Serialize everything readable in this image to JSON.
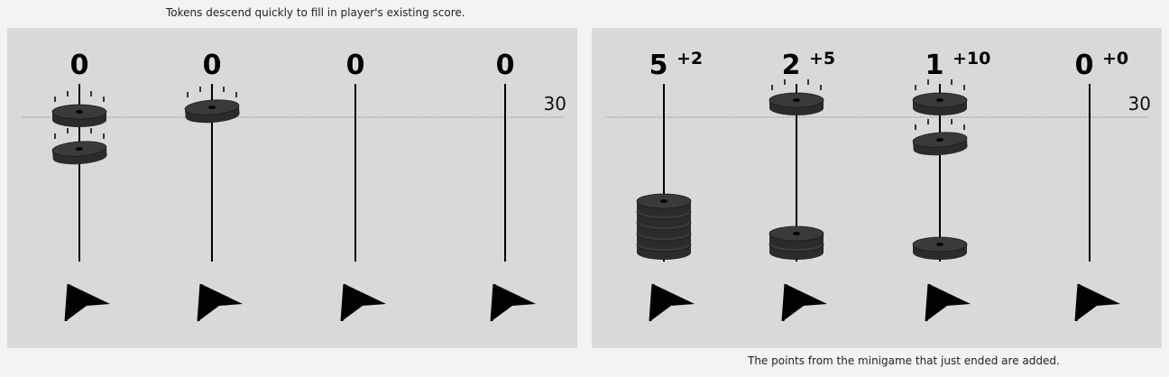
{
  "captions": {
    "top": "Tokens descend quickly to fill in player's existing score.",
    "bottom": "The points from the minigame that just ended are added."
  },
  "colors": {
    "background": "#f3f3f3",
    "panel": "#d9d9d9",
    "token": "#2b2b2b",
    "ink": "#000000"
  },
  "icons": [
    "flag-icon",
    "token-icon"
  ],
  "panels": [
    {
      "id": "left",
      "threshold_label": "30",
      "columns": [
        {
          "score": "0",
          "added": "",
          "stacked_tokens": 0,
          "falling_tokens": 2
        },
        {
          "score": "0",
          "added": "",
          "stacked_tokens": 0,
          "falling_tokens": 1
        },
        {
          "score": "0",
          "added": "",
          "stacked_tokens": 0,
          "falling_tokens": 0
        },
        {
          "score": "0",
          "added": "",
          "stacked_tokens": 0,
          "falling_tokens": 0
        }
      ]
    },
    {
      "id": "right",
      "threshold_label": "30",
      "columns": [
        {
          "score": "5",
          "added": "+2",
          "stacked_tokens": 5,
          "falling_tokens": 0
        },
        {
          "score": "2",
          "added": "+5",
          "stacked_tokens": 2,
          "falling_tokens": 1
        },
        {
          "score": "1",
          "added": "+10",
          "stacked_tokens": 1,
          "falling_tokens": 2
        },
        {
          "score": "0",
          "added": "+0",
          "stacked_tokens": 0,
          "falling_tokens": 0
        }
      ]
    }
  ]
}
